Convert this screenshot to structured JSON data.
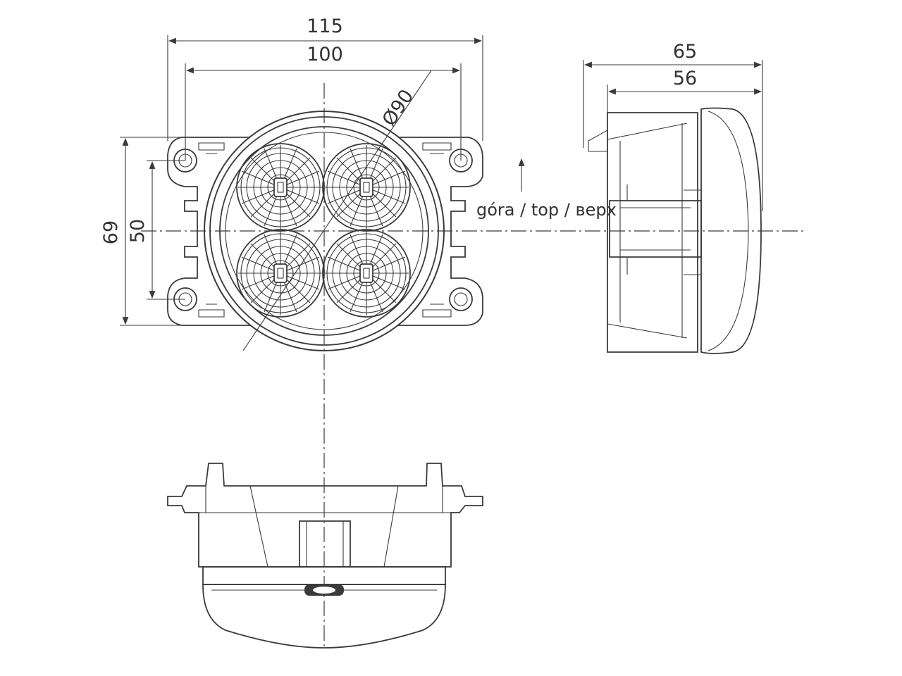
{
  "dimensions": {
    "overall_width": "115",
    "hole_spacing": "100",
    "lens_diameter": "Ø90",
    "overall_height": "69",
    "hole_vertical_spacing": "50",
    "side_depth_total": "65",
    "side_depth_body": "56"
  },
  "orientation_label": "góra / top / верх",
  "colors": {
    "line": "#3a3a3a",
    "text": "#333333",
    "background": "#ffffff"
  }
}
